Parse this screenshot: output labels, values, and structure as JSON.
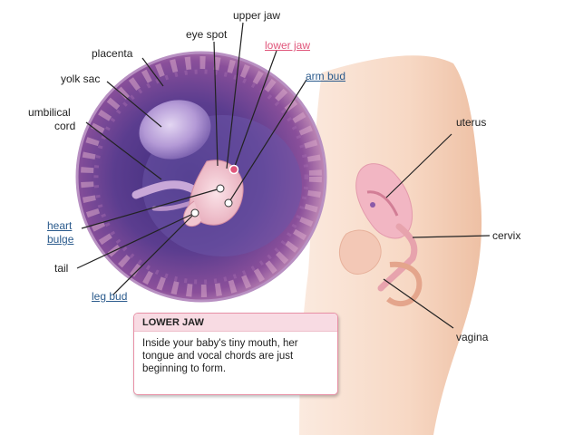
{
  "labels": {
    "upper_jaw": "upper jaw",
    "eye_spot": "eye spot",
    "lower_jaw": "lower jaw",
    "placenta": "placenta",
    "arm_bud": "arm bud",
    "yolk_sac": "yolk sac",
    "umbilical_cord_line1": "umbilical",
    "umbilical_cord_line2": "cord",
    "heart_bulge_line1": "heart",
    "heart_bulge_line2": "bulge",
    "tail": "tail",
    "leg_bud": "leg bud",
    "uterus": "uterus",
    "cervix": "cervix",
    "vagina": "vagina"
  },
  "infobox": {
    "title": "LOWER JAW",
    "text": "Inside your baby's tiny mouth, her tongue and vocal chords are just beginning to form."
  },
  "colors": {
    "link": "#2a5a8c",
    "active_link": "#e0557a",
    "label_text": "#222222",
    "womb_purple": "#5a3a8c",
    "skin": "#f6d4bc"
  }
}
